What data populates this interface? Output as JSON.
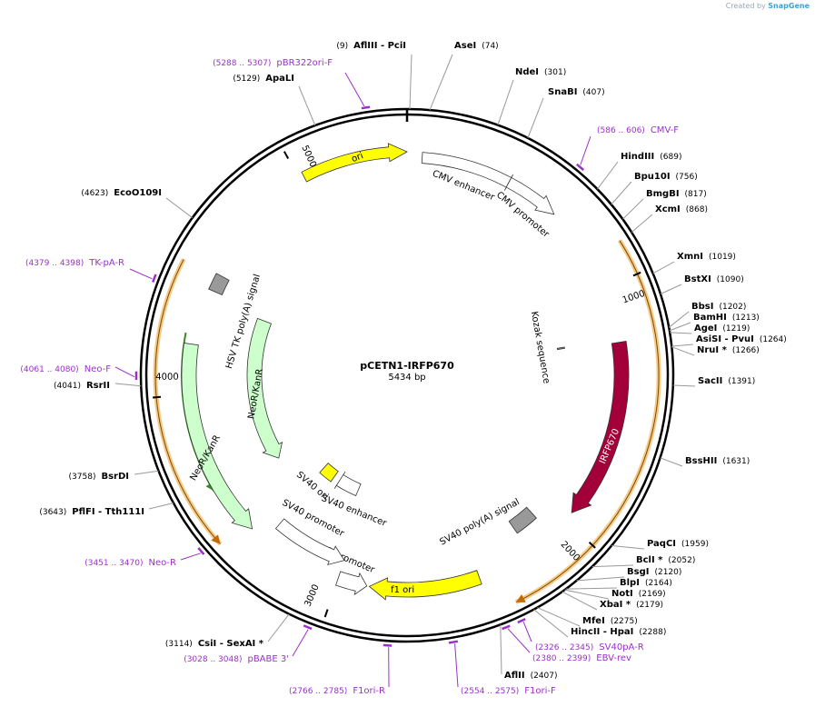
{
  "credit": {
    "prefix": "Created by",
    "brand": "SnapGene"
  },
  "plasmid": {
    "name": "pCETN1-IRFP670",
    "size_label": "5434 bp"
  },
  "ticks": [
    "1000",
    "2000",
    "3000",
    "4000",
    "5000"
  ],
  "sites": [
    {
      "pre": "(9)",
      "name": "AflIII  - PciI",
      "post": ""
    },
    {
      "pre": "",
      "name": "AseI",
      "post": "(74)"
    },
    {
      "pre": "",
      "name": "NdeI",
      "post": "(301)"
    },
    {
      "pre": "",
      "name": "SnaBI",
      "post": "(407)"
    },
    {
      "pre": "",
      "name": "HindIII",
      "post": "(689)"
    },
    {
      "pre": "",
      "name": "Bpu10I",
      "post": "(756)"
    },
    {
      "pre": "",
      "name": "BmgBI",
      "post": "(817)"
    },
    {
      "pre": "",
      "name": "XcmI",
      "post": "(868)"
    },
    {
      "pre": "",
      "name": "XmnI",
      "post": "(1019)"
    },
    {
      "pre": "",
      "name": "BstXI",
      "post": "(1090)"
    },
    {
      "pre": "",
      "name": "BbsI",
      "post": "(1202)"
    },
    {
      "pre": "",
      "name": "BamHI",
      "post": "(1213)"
    },
    {
      "pre": "",
      "name": "AgeI",
      "post": "(1219)"
    },
    {
      "pre": "",
      "name": "AsiSI  - PvuI",
      "post": "(1264)"
    },
    {
      "pre": "",
      "name": "NruI *",
      "post": "(1266)"
    },
    {
      "pre": "",
      "name": "SacII",
      "post": "(1391)"
    },
    {
      "pre": "",
      "name": "BssHII",
      "post": "(1631)"
    },
    {
      "pre": "",
      "name": "PaqCI",
      "post": "(1959)"
    },
    {
      "pre": "",
      "name": "BclI *",
      "post": "(2052)"
    },
    {
      "pre": "",
      "name": "BsgI",
      "post": "(2120)"
    },
    {
      "pre": "",
      "name": "BlpI",
      "post": "(2164)"
    },
    {
      "pre": "",
      "name": "NotI",
      "post": "(2169)"
    },
    {
      "pre": "",
      "name": "XbaI *",
      "post": "(2179)"
    },
    {
      "pre": "",
      "name": "MfeI",
      "post": "(2275)"
    },
    {
      "pre": "",
      "name": "HincII  - HpaI",
      "post": "(2288)"
    },
    {
      "pre": "",
      "name": "AflII",
      "post": "(2407)"
    },
    {
      "pre": "(3114)",
      "name": "CsiI  - SexAI *",
      "post": ""
    },
    {
      "pre": "(3643)",
      "name": "PflFI  - Tth111I",
      "post": ""
    },
    {
      "pre": "(3758)",
      "name": "BsrDI",
      "post": ""
    },
    {
      "pre": "(4041)",
      "name": "RsrII",
      "post": ""
    },
    {
      "pre": "(4623)",
      "name": "EcoO109I",
      "post": ""
    },
    {
      "pre": "(5129)",
      "name": "ApaLI",
      "post": ""
    }
  ],
  "primers": [
    {
      "range": "(5288 .. 5307)",
      "name": "pBR322ori-F"
    },
    {
      "range": "(586 .. 606)",
      "name": "CMV-F"
    },
    {
      "range": "(2326 .. 2345)",
      "name": "SV40pA-R"
    },
    {
      "range": "(2380 .. 2399)",
      "name": "EBV-rev"
    },
    {
      "range": "(2554 .. 2575)",
      "name": "F1ori-F"
    },
    {
      "range": "(2766 .. 2785)",
      "name": "F1ori-R"
    },
    {
      "range": "(3028 .. 3048)",
      "name": "pBABE 3'"
    },
    {
      "range": "(3451 .. 3470)",
      "name": "Neo-R"
    },
    {
      "range": "(4061 .. 4080)",
      "name": "Neo-F"
    },
    {
      "range": "(4379 .. 4398)",
      "name": "TK-pA-R"
    }
  ],
  "features": [
    {
      "name": "ori",
      "color": "#ffff00"
    },
    {
      "name": "CMV enhancer",
      "color": "#ffffff"
    },
    {
      "name": "CMV promoter",
      "color": "#ffffff"
    },
    {
      "name": "Kozak sequence",
      "color": "#999999"
    },
    {
      "name": "IRFP670",
      "color": "#a3003a"
    },
    {
      "name": "SV40 poly(A) signal",
      "color": "#999999"
    },
    {
      "name": "f1 ori",
      "color": "#ffff00"
    },
    {
      "name": "AmpR promoter",
      "color": "#ffffff"
    },
    {
      "name": "SV40 promoter",
      "color": "#ffffff"
    },
    {
      "name": "SV40 enhancer",
      "color": "#ffffff"
    },
    {
      "name": "SV40 ori",
      "color": "#ffff00"
    },
    {
      "name": "NeoR/KanR",
      "color": "#ccffcc"
    },
    {
      "name": "HSV TK poly(A) signal",
      "color": "#999999"
    }
  ],
  "colors": {
    "primer": "#9b30c9",
    "orf": "#f5c16c",
    "brand": "#3aa3d8"
  }
}
